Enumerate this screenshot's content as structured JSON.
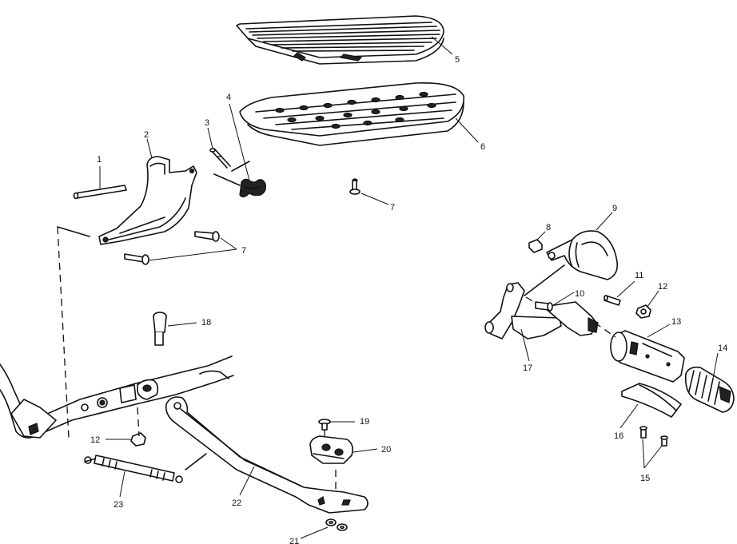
{
  "callouts": {
    "c1": "1",
    "c2": "2",
    "c3": "3",
    "c4": "4",
    "c5": "5",
    "c6": "6",
    "c7a": "7",
    "c7b": "7",
    "c8": "8",
    "c9": "9",
    "c10": "10",
    "c11": "11",
    "c12a": "12",
    "c12b": "12",
    "c13": "13",
    "c14": "14",
    "c15": "15",
    "c16": "16",
    "c17": "17",
    "c18": "18",
    "c19": "19",
    "c20": "20",
    "c21": "21",
    "c22": "22",
    "c23": "23"
  }
}
